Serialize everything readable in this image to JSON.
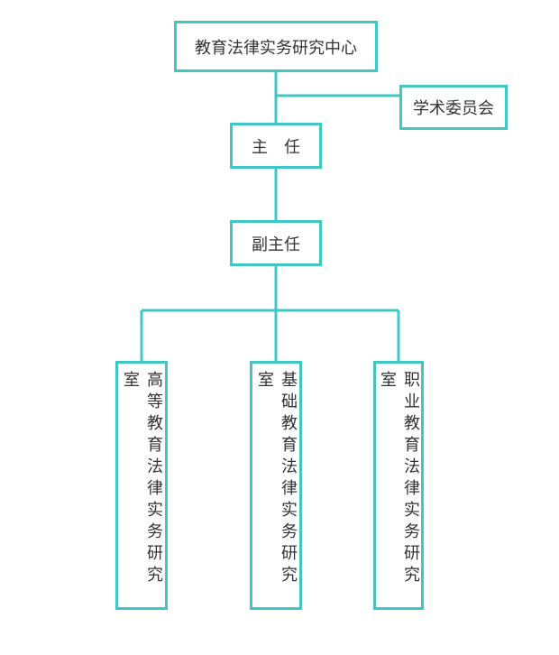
{
  "theme": {
    "line_color": "#3fc7c4",
    "text_color": "#333333"
  },
  "org": {
    "center": "教育法律实务研究中心",
    "committee": "学术委员会",
    "director": "主　任",
    "deputy": "副主任",
    "labs": [
      "高等教育法律实务研究室",
      "基础教育法律实务研究室",
      "职业教育法律实务研究室"
    ]
  }
}
